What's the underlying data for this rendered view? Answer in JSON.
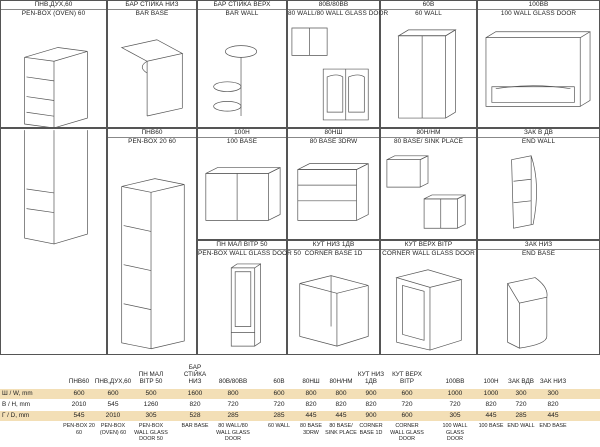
{
  "cells": [
    {
      "id": "penbox-oven",
      "l1": "ПНВ,ДУХ,60",
      "l2": "PEN-BOX (OVEN) 60"
    },
    {
      "id": "bar-base",
      "l1": "БАР СТІЙКА НИЗ",
      "l2": "BAR BASE"
    },
    {
      "id": "bar-wall",
      "l1": "БАР СТІЙКА ВЕРХ",
      "l2": "BAR WALL"
    },
    {
      "id": "wall-80",
      "l1": "80В/80ВВ",
      "l2": "80 WALL/80 WALL GLASS DOOR"
    },
    {
      "id": "wall-60",
      "l1": "60В",
      "l2": "60 WALL"
    },
    {
      "id": "wall-100-glass",
      "l1": "100ВВ",
      "l2": "100 WALL GLASS DOOR"
    },
    {
      "id": "penbox-20",
      "l1": "ПНВ60",
      "l2": "PEN-BOX 20 60"
    },
    {
      "id": "base-100",
      "l1": "100Н",
      "l2": "100 BASE"
    },
    {
      "id": "base-80-3drw",
      "l1": "80НШ",
      "l2": "80 BASE 3DRW"
    },
    {
      "id": "base-80-sink",
      "l1": "80Н/НМ",
      "l2": "80 BASE/ SINK PLACE"
    },
    {
      "id": "end-wall",
      "l1": "ЗАК В ДВ",
      "l2": "END WALL"
    },
    {
      "id": "penbox-wall-glass",
      "l1": "ПН МАЛ ВІТР 50",
      "l2": "PEN-BOX WALL GLASS DOOR 50"
    },
    {
      "id": "corner-base",
      "l1": "КУТ НИЗ 1ДВ",
      "l2": "CORNER BASE 1D"
    },
    {
      "id": "corner-wall-glass",
      "l1": "КУТ ВЕРХ ВІТР",
      "l2": "CORNER WALL GLASS DOOR"
    },
    {
      "id": "end-base",
      "l1": "ЗАК НИЗ",
      "l2": "END BASE"
    }
  ],
  "table": {
    "columns": [
      "ПНВ60",
      "ПНВ,ДУХ,60",
      "ПН МАЛ ВІТР 50",
      "БАР СТІЙКА НИЗ",
      "80В/80ВВ",
      "60В",
      "80НШ",
      "80Н/НМ",
      "КУТ НИЗ 1ДВ",
      "КУТ ВЕРХ ВІТР",
      "100ВВ",
      "100Н",
      "ЗАК ВДВ",
      "ЗАК НИЗ"
    ],
    "rows": [
      {
        "label": "Ш / W, mm",
        "values": [
          "600",
          "600",
          "500",
          "1600",
          "800",
          "600",
          "800",
          "800",
          "900",
          "600",
          "1000",
          "1000",
          "300",
          "300"
        ]
      },
      {
        "label": "В / H, mm",
        "values": [
          "2010",
          "545",
          "1260",
          "820",
          "720",
          "720",
          "820",
          "820",
          "820",
          "720",
          "720",
          "820",
          "720",
          "820"
        ]
      },
      {
        "label": "Г / D, mm",
        "values": [
          "545",
          "2010",
          "305",
          "528",
          "285",
          "285",
          "445",
          "445",
          "900",
          "600",
          "305",
          "445",
          "285",
          "445"
        ]
      }
    ],
    "footer": [
      "PEN-BOX 20 60",
      "PEN-BOX (OVEN) 60",
      "PEN-BOX WALL GLASS DOOR 50",
      "BAR BASE",
      "80 WALL/80 WALL GLASS DOOR",
      "60 WALL",
      "80 BASE 3DRW",
      "80 BASE/ SINK PLACE",
      "CORNER BASE 1D",
      "CORNER WALL GLASS DOOR",
      "100 WALL GLASS DOOR",
      "100 BASE",
      "END WALL",
      "END BASE"
    ]
  },
  "colors": {
    "row_highlight": "#f3dfb6",
    "line": "#555555"
  }
}
